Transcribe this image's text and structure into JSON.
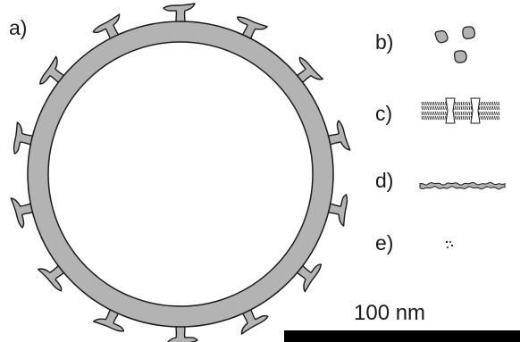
{
  "panels": {
    "a": {
      "label": "a)"
    },
    "b": {
      "label": "b)"
    },
    "c": {
      "label": "c)"
    },
    "d": {
      "label": "d)"
    },
    "e": {
      "label": "e)"
    }
  },
  "scale_bar": {
    "label": "100 nm"
  },
  "colors": {
    "shell": "#b3b3b3",
    "outline": "#1a1a1a",
    "background": "#ffffff"
  }
}
